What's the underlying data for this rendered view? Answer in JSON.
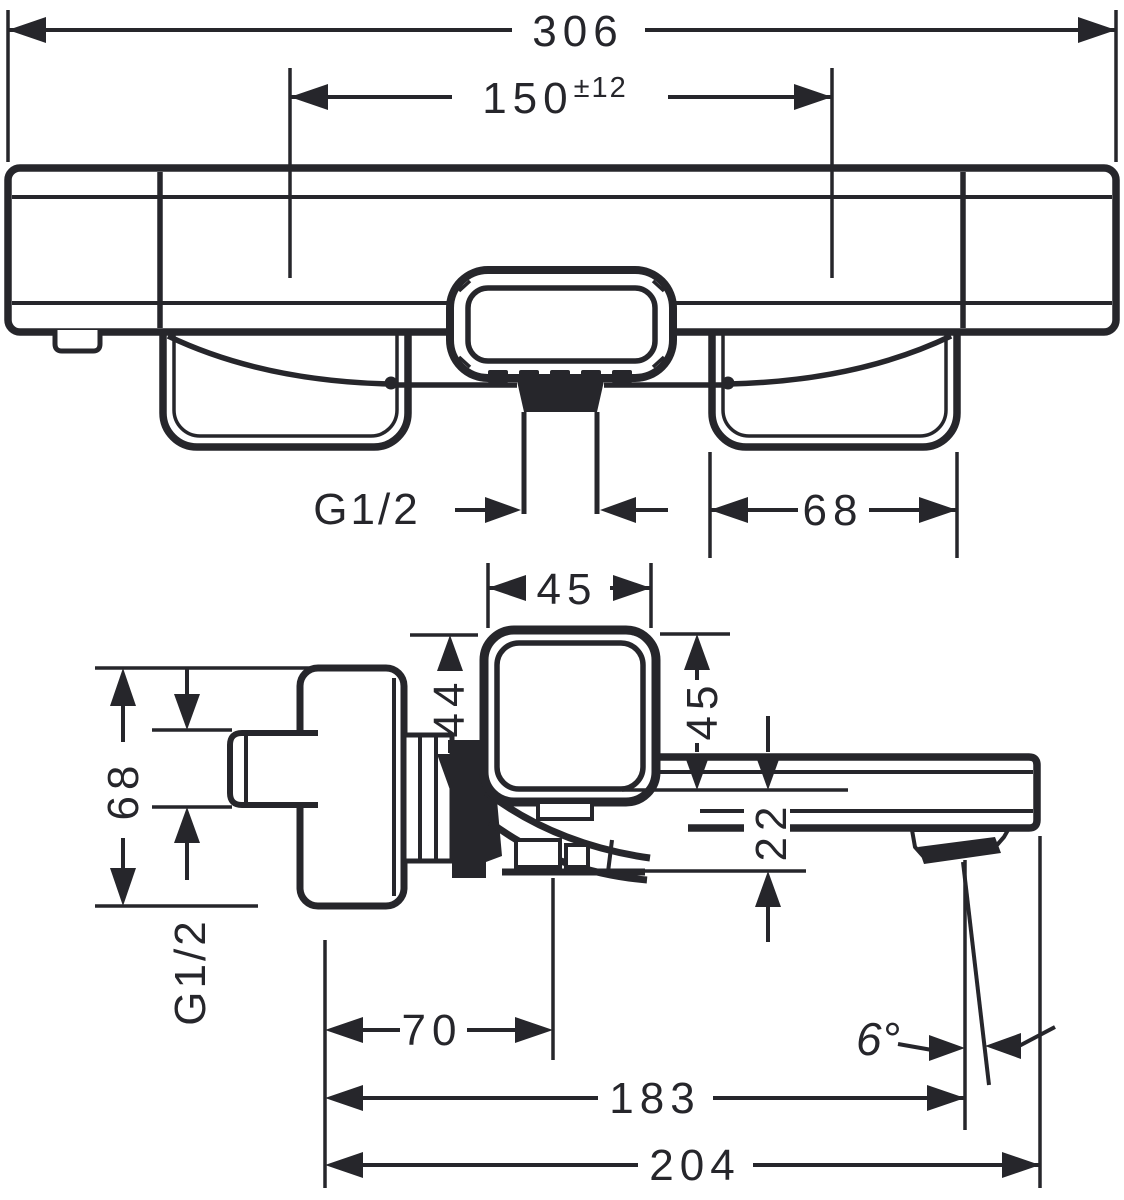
{
  "ink_color": "#26262b",
  "dims": {
    "top": {
      "overall_width": "306",
      "center_distance": "150",
      "center_distance_tol": "±12",
      "thread": "G1/2",
      "escutcheon_width": "68"
    },
    "side": {
      "handle_width": "45",
      "handle_height": "44",
      "handle_depth": "45",
      "escutcheon_height": "68",
      "thread": "G1/2",
      "spout_section_height": "22",
      "wall_to_cartridge": "70",
      "wall_to_stream": "183",
      "wall_to_spout_end": "204",
      "stream_angle": "6°"
    }
  }
}
